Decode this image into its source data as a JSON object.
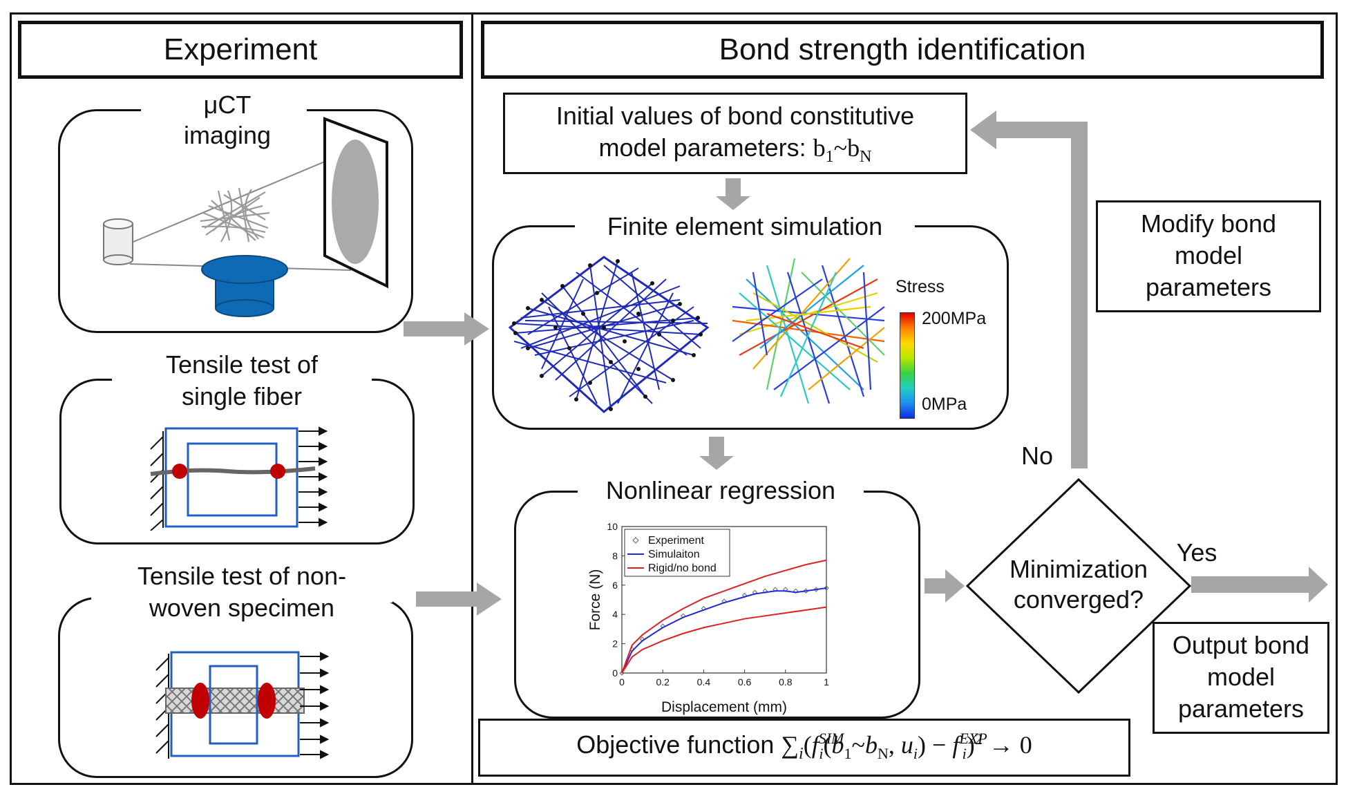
{
  "left_panel": {
    "title": "Experiment",
    "uct": {
      "line1": "μCT",
      "line2": "imaging"
    },
    "single_fiber": {
      "line1": "Tensile test of",
      "line2": "single fiber"
    },
    "nonwoven": {
      "line1": "Tensile test of non-",
      "line2": "woven specimen"
    }
  },
  "right_panel": {
    "title": "Bond strength identification",
    "initial": {
      "line1": "Initial values of bond constitutive",
      "line2_text": "model parameters: ",
      "b": "b",
      "sub1": "1",
      "tilde": "~",
      "subN": "N"
    },
    "fe": {
      "title": "Finite element simulation",
      "stress_label": "Stress",
      "stress_max": "200MPa",
      "stress_min": "0MPa"
    },
    "regression": {
      "title": "Nonlinear regression"
    },
    "decision": {
      "line1": "Minimization",
      "line2": "converged?"
    },
    "no_label": "No",
    "yes_label": "Yes",
    "modify": {
      "line1": "Modify bond",
      "line2": "model",
      "line3": "parameters"
    },
    "output": {
      "line1": "Output bond",
      "line2": "model",
      "line3": "parameters"
    },
    "objective": {
      "prefix": "Objective function "
    }
  },
  "colors": {
    "arrow_gray": "#a6a6a6",
    "blue_mesh": "#1f2bb8",
    "red_marker": "#c00000",
    "stage_blue": "#0f6ab5",
    "frame_blue": "#1f5fbf"
  },
  "chart_data": {
    "type": "line",
    "xlabel": "Displacement (mm)",
    "ylabel": "Force (N)",
    "xlim": [
      0,
      1
    ],
    "ylim": [
      0,
      10
    ],
    "xticks": [
      "0",
      "0.2",
      "0.4",
      "0.6",
      "0.8",
      "1"
    ],
    "yticks": [
      "0",
      "2",
      "4",
      "6",
      "8",
      "10"
    ],
    "legend_position": "top-left",
    "series": [
      {
        "name": "Experiment",
        "color": "#666666",
        "style": "markers",
        "x": [
          0,
          0.05,
          0.1,
          0.2,
          0.3,
          0.4,
          0.5,
          0.6,
          0.65,
          0.7,
          0.75,
          0.8,
          0.85,
          0.9,
          0.95,
          1.0
        ],
        "y": [
          0,
          1.6,
          2.3,
          3.2,
          3.9,
          4.4,
          4.9,
          5.3,
          5.5,
          5.6,
          5.7,
          5.7,
          5.6,
          5.6,
          5.7,
          5.8
        ]
      },
      {
        "name": "Simulaiton",
        "color": "#1f2bd0",
        "style": "line",
        "x": [
          0,
          0.05,
          0.1,
          0.2,
          0.3,
          0.4,
          0.5,
          0.6,
          0.65,
          0.7,
          0.75,
          0.8,
          0.85,
          0.9,
          0.95,
          1.0
        ],
        "y": [
          0,
          1.5,
          2.2,
          3.1,
          3.8,
          4.3,
          4.8,
          5.2,
          5.4,
          5.5,
          5.6,
          5.6,
          5.5,
          5.6,
          5.7,
          5.8
        ]
      },
      {
        "name": "Rigid/no bond",
        "color": "#e02020",
        "style": "line",
        "x": [
          0,
          0.05,
          0.1,
          0.2,
          0.3,
          0.4,
          0.5,
          0.6,
          0.7,
          0.8,
          0.9,
          1.0
        ],
        "y": [
          0,
          1.9,
          2.6,
          3.6,
          4.4,
          5.1,
          5.6,
          6.1,
          6.6,
          7.0,
          7.4,
          7.7
        ]
      },
      {
        "name": "Rigid/no bond (lower)",
        "color": "#e02020",
        "style": "line",
        "legend": false,
        "x": [
          0,
          0.05,
          0.1,
          0.2,
          0.3,
          0.4,
          0.5,
          0.6,
          0.7,
          0.8,
          0.9,
          1.0
        ],
        "y": [
          0,
          1.1,
          1.6,
          2.2,
          2.7,
          3.1,
          3.4,
          3.7,
          3.9,
          4.1,
          4.3,
          4.5
        ]
      }
    ]
  }
}
